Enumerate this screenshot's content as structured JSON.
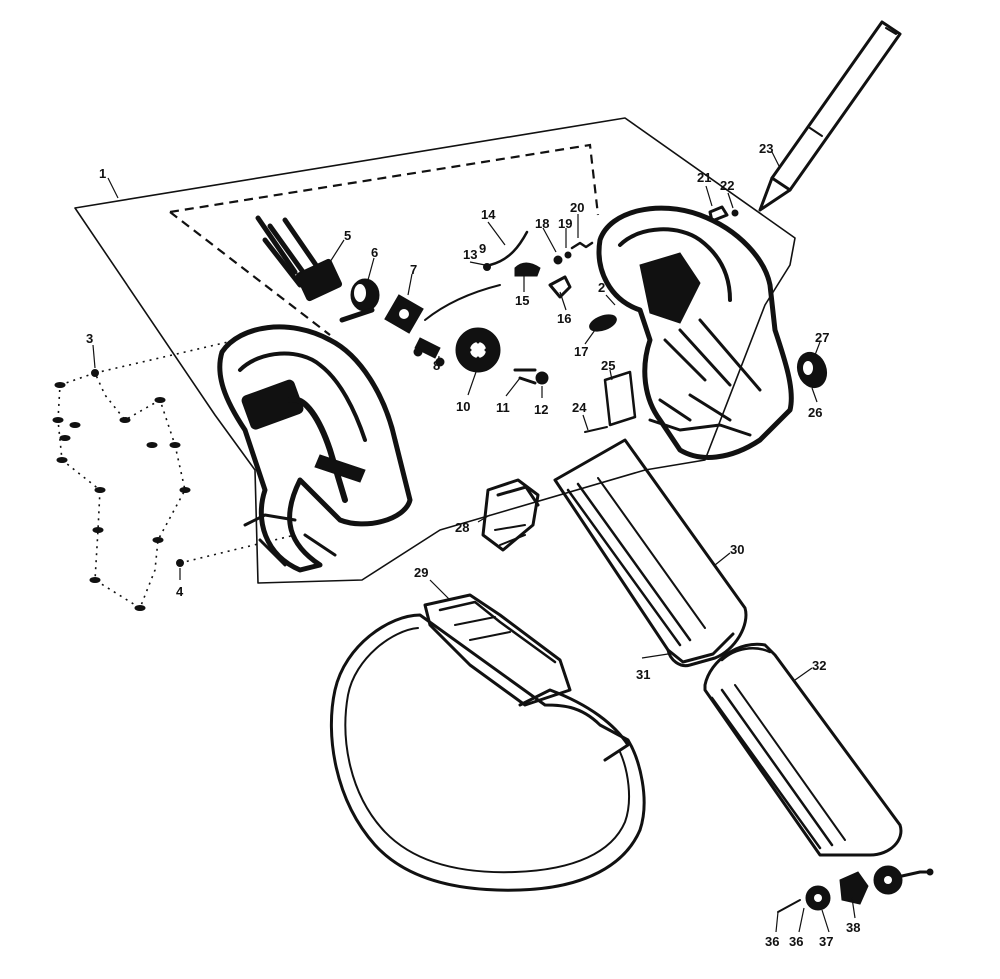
{
  "diagram": {
    "part_labels": [
      "1",
      "2",
      "3",
      "4",
      "5",
      "6",
      "7",
      "8",
      "9",
      "10",
      "11",
      "12",
      "13",
      "14",
      "15",
      "16",
      "17",
      "18",
      "19",
      "20",
      "21",
      "22",
      "23",
      "24",
      "25",
      "26",
      "27",
      "28",
      "29",
      "30",
      "31",
      "32",
      "36",
      "36",
      "37",
      "38"
    ]
  },
  "colors": {
    "ink": "#111111",
    "paper": "#ffffff"
  }
}
